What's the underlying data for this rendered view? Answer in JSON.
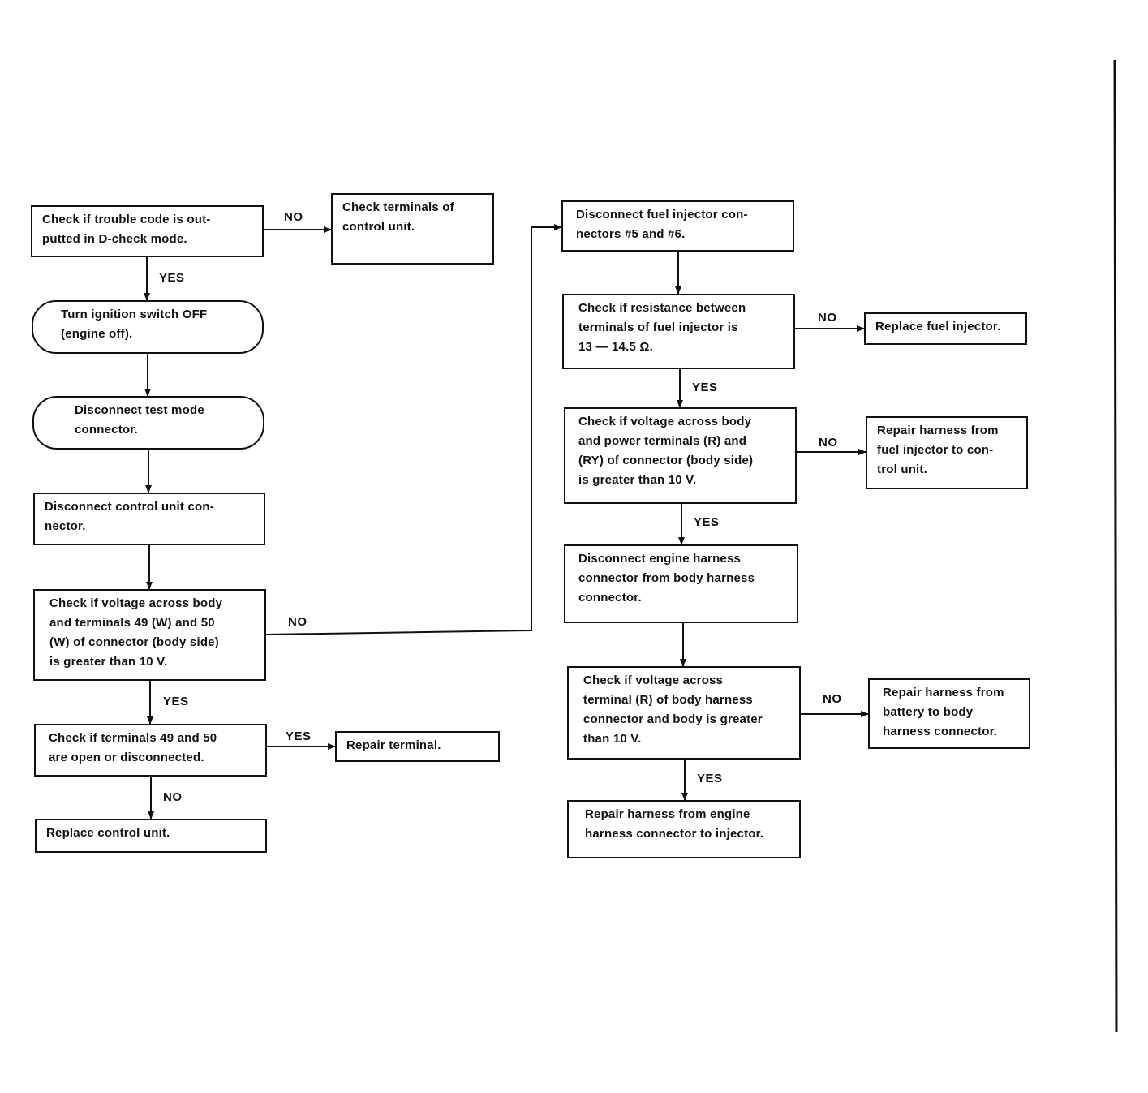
{
  "nodes": {
    "check_trouble_code": "Check if trouble code is out-\nputted in D-check mode.",
    "check_terminals_control": "Check terminals of\ncontrol unit.",
    "turn_ignition_off": "Turn ignition switch OFF\n(engine off).",
    "disconnect_test_mode": "Disconnect test mode\nconnector.",
    "disconnect_control_unit": "Disconnect control unit con-\nnector.",
    "check_voltage_49_50": "Check if voltage across body\nand terminals 49 (W) and 50\n(W) of connector (body side)\nis greater than 10 V.",
    "check_terminals_open": "Check if terminals 49 and 50\nare open or disconnected.",
    "repair_terminal": "Repair terminal.",
    "replace_control_unit": "Replace control unit.",
    "disconnect_fuel_injector": "Disconnect fuel injector con-\nnectors #5 and #6.",
    "check_resistance": "Check if resistance between\nterminals of fuel injector is\n13 — 14.5 Ω.",
    "replace_fuel_injector": "Replace fuel injector.",
    "check_voltage_power": "Check if voltage across body\nand power terminals (R) and\n(RY) of connector (body side)\nis greater than 10 V.",
    "repair_harness_injector_cu": "Repair harness from\nfuel injector to con-\ntrol unit.",
    "disconnect_engine_harness": "Disconnect engine harness\nconnector from body harness\nconnector.",
    "check_voltage_terminal_r": "Check if voltage across\nterminal (R) of body harness\nconnector and body is greater\nthan 10 V.",
    "repair_harness_battery": "Repair harness from\nbattery to body\nharness connector.",
    "repair_harness_engine_injector": "Repair harness from engine\nharness connector to injector."
  },
  "labels": {
    "l1_no": "NO",
    "l1_yes": "YES",
    "l2_no": "NO",
    "l2_yes": "YES",
    "l3_yes": "YES",
    "l3_no": "NO",
    "r1_no": "NO",
    "r1_yes": "YES",
    "r2_no": "NO",
    "r2_yes": "YES",
    "r3_no": "NO",
    "r3_yes": "YES"
  }
}
